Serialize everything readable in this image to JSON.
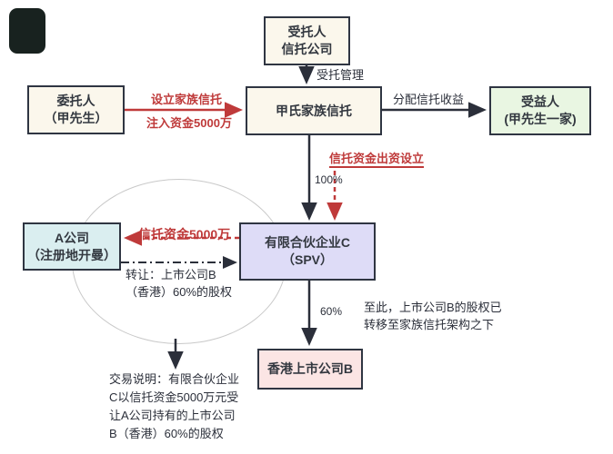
{
  "diagram": {
    "title_hint": "家族信托持股架构图",
    "nodes": {
      "trustee": {
        "line1": "受托人",
        "line2": "信托公司"
      },
      "settlor": {
        "line1": "委托人",
        "line2": "（甲先生）"
      },
      "family_trust": {
        "label": "甲氏家族信托"
      },
      "beneficiary": {
        "line1": "受益人",
        "line2": "(甲先生一家)"
      },
      "company_a": {
        "line1": "A公司",
        "line2": "（注册地开曼）"
      },
      "spv": {
        "line1": "有限合伙企业C",
        "line2": "（SPV）"
      },
      "listed_company": {
        "label": "香港上市公司B"
      }
    },
    "edges": {
      "trustee_to_trust": {
        "label": "受托管理"
      },
      "settlor_to_trust": {
        "label_top": "设立家族信托",
        "label_bottom": "注入资金5000万"
      },
      "trust_to_beneficiary": {
        "label": "分配信托收益"
      },
      "trust_to_spv": {
        "label_red": "信托资金出资设立",
        "label_pct": "100%"
      },
      "spv_to_company_a": {
        "label": "信托资金5000万"
      },
      "company_a_to_spv": {
        "line1": "转让：上市公司B",
        "line2": "（香港）60%的股权"
      },
      "spv_to_listed": {
        "label_pct": "60%"
      }
    },
    "side_note": {
      "line1": "至此，上市公司B的股权已",
      "line2": "转移至家族信托架构之下"
    },
    "footnote": {
      "line1": "交易说明：有限合伙企业",
      "line2": "C以信托资金5000万元受",
      "line3": "让A公司持有的上市公司",
      "line4": "B（香港）60%的股权"
    },
    "colors": {
      "accent_red": "#bf3a3a",
      "line_dark": "#2b2f3a",
      "box_border": "#2f3542",
      "cream": "#fbf7ec",
      "green": "#e9f6e2",
      "cyan": "#daeef0",
      "lavender": "#dedcf7",
      "pink": "#fbe5e4"
    }
  }
}
